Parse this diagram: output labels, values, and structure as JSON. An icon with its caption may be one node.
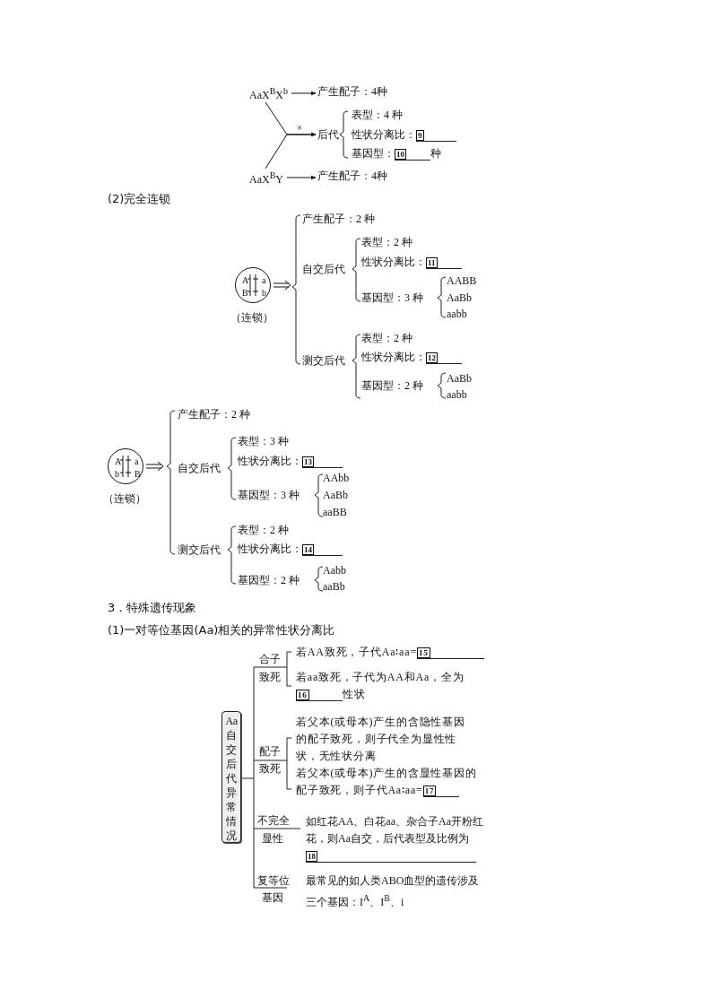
{
  "diagram": {
    "nodes": [
      {
        "text": [
          "AaX$^{B}$X$^{b}$"
        ]
      },
      {
        "text": [
          "产生配子：4种"
        ]
      },
      {
        "text": [
          "后代"
        ]
      },
      {
        "text": [
          "AaX$^{B}$Y"
        ]
      },
      {
        "text": [
          "产生配子：4种"
        ]
      },
      {
        "text": [
          "A",
          "a",
          "B",
          "b"
        ],
        "beside": [
          "（连锁）"
        ]
      },
      {
        "text": [
          "A",
          "a",
          "b",
          "B"
        ],
        "beside": [
          "（连锁）"
        ]
      },
      {
        "text": [
          "Aa自交后代异常情况"
        ]
      }
    ],
    "edges": [
      {
        "from": 0,
        "to": 1,
        "arrow": "to"
      },
      {
        "from": 3,
        "to": 4,
        "arrow": "to"
      },
      {
        "from": 0,
        "to": 2,
        "arrow": "to",
        "label": "×"
      },
      {
        "from": 3,
        "to": 2,
        "arrow": "to"
      }
    ],
    "labels": [
      "表型：4 种",
      "性状分离比：",
      "9",
      "基因型：",
      "10",
      "种",
      "(2)完全连锁",
      "产生配子：2 种",
      "自交后代",
      "表型：2 种",
      "性状分离比：",
      "11",
      "基因型：3 种",
      "AABB",
      "AaBb",
      "aabb",
      "测交后代",
      "表型：2 种",
      "性状分离比：",
      "12",
      "基因型：2 种",
      "AaBb",
      "aabb",
      "产生配子：2 种",
      "自交后代",
      "表型：3 种",
      "性状分离比：",
      "13",
      "基因型：3 种",
      "AAbb",
      "AaBb",
      "aaBB",
      "测交后代",
      "表型：2 种",
      "性状分离比：",
      "14",
      "基因型：2 种",
      "Aabb",
      "aaBb",
      "3．特殊遗传现象",
      "(1)一对等位基因(Aa)相关的异常性状分离比",
      "合子",
      "致死",
      "若AA致死，子代Aa∶aa=",
      "15",
      "若aa致死，子代为AA和Aa，全为",
      "16",
      "性状",
      "配子",
      "致死",
      "若父本(或母本)产生的含隐性基因的配子致死，则子代全为显性性状，无性状分离",
      "若父本(或母本)产生的含显性基因的配子致死，则子代Aa∶aa=",
      "17",
      "不完全",
      "显性",
      "如红花AA、白花aa、杂合子Aa开粉红花，则Aa自交，后代表型及比例为",
      "18",
      "复等位",
      "基因",
      "最常见的如人类ABO血型的遗传涉及三个基因：I$^{A}$、I$^{B}$、i"
    ]
  }
}
